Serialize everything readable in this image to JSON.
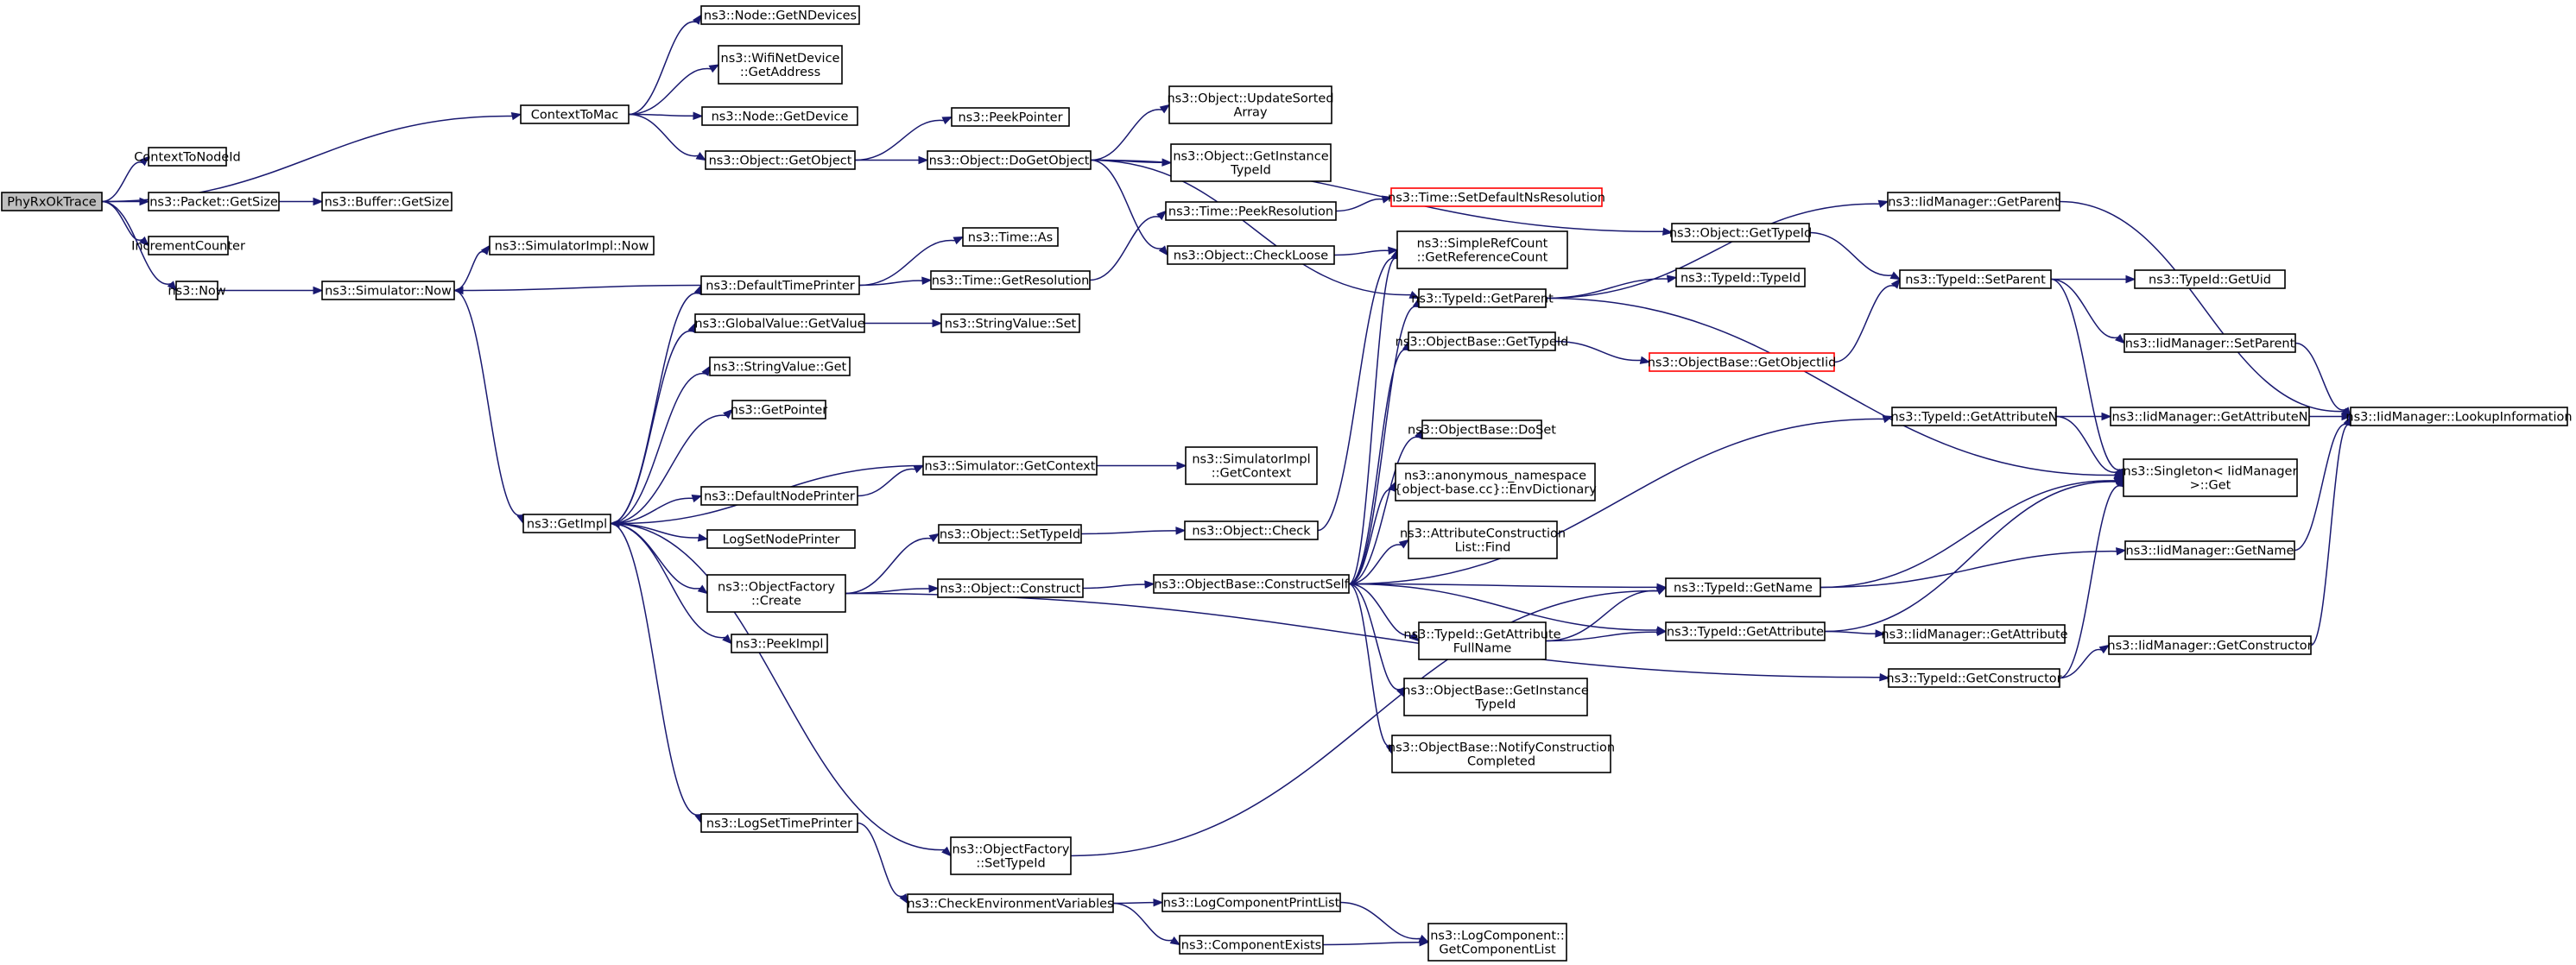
{
  "graph": {
    "start_node": "PhyRxOkTrace",
    "colors": {
      "edge": "#191970",
      "node_border": "#000000",
      "start_fill": "#bfbfbf",
      "truncated_border": "#ff0000",
      "background": "#ffffff"
    },
    "nodes": [
      {
        "id": "n_phy",
        "lines": [
          "PhyRxOkTrace"
        ],
        "style": "start"
      },
      {
        "id": "n_c2nid",
        "lines": [
          "ContextToNodeId"
        ]
      },
      {
        "id": "n_pkt",
        "lines": [
          "ns3::Packet::GetSize"
        ]
      },
      {
        "id": "n_inc",
        "lines": [
          "IncrementCounter"
        ]
      },
      {
        "id": "n_now",
        "lines": [
          "ns3::Now"
        ]
      },
      {
        "id": "n_c2mac",
        "lines": [
          "ContextToMac"
        ]
      },
      {
        "id": "n_buf",
        "lines": [
          "ns3::Buffer::GetSize"
        ]
      },
      {
        "id": "n_simnow",
        "lines": [
          "ns3::Simulator::Now"
        ]
      },
      {
        "id": "n_simimplnow",
        "lines": [
          "ns3::SimulatorImpl::Now"
        ]
      },
      {
        "id": "n_getimpl",
        "lines": [
          "ns3::GetImpl"
        ]
      },
      {
        "id": "n_getndev",
        "lines": [
          "ns3::Node::GetNDevices"
        ]
      },
      {
        "id": "n_wifiaddr",
        "lines": [
          "ns3::WifiNetDevice",
          "::GetAddress"
        ]
      },
      {
        "id": "n_getdev",
        "lines": [
          "ns3::Node::GetDevice"
        ]
      },
      {
        "id": "n_objget",
        "lines": [
          "ns3::Object::GetObject"
        ]
      },
      {
        "id": "n_deftp",
        "lines": [
          "ns3::DefaultTimePrinter"
        ]
      },
      {
        "id": "n_gvget",
        "lines": [
          "ns3::GlobalValue::GetValue"
        ]
      },
      {
        "id": "n_svget",
        "lines": [
          "ns3::StringValue::Get"
        ]
      },
      {
        "id": "n_getptr",
        "lines": [
          "ns3::GetPointer"
        ]
      },
      {
        "id": "n_defnp",
        "lines": [
          "ns3::DefaultNodePrinter"
        ]
      },
      {
        "id": "n_lsnp",
        "lines": [
          "LogSetNodePrinter"
        ]
      },
      {
        "id": "n_ofcreate",
        "lines": [
          "ns3::ObjectFactory",
          "::Create"
        ]
      },
      {
        "id": "n_peekimpl",
        "lines": [
          "ns3::PeekImpl"
        ]
      },
      {
        "id": "n_lstp",
        "lines": [
          "ns3::LogSetTimePrinter"
        ]
      },
      {
        "id": "n_ofsettid",
        "lines": [
          "ns3::ObjectFactory",
          "::SetTypeId"
        ]
      },
      {
        "id": "n_peekptr",
        "lines": [
          "ns3::PeekPointer"
        ]
      },
      {
        "id": "n_dogetobj",
        "lines": [
          "ns3::Object::DoGetObject"
        ]
      },
      {
        "id": "n_timeas",
        "lines": [
          "ns3::Time::As"
        ]
      },
      {
        "id": "n_timegetres",
        "lines": [
          "ns3::Time::GetResolution"
        ]
      },
      {
        "id": "n_svset",
        "lines": [
          "ns3::StringValue::Set"
        ]
      },
      {
        "id": "n_simgetctx",
        "lines": [
          "ns3::Simulator::GetContext"
        ]
      },
      {
        "id": "n_objsettid",
        "lines": [
          "ns3::Object::SetTypeId"
        ]
      },
      {
        "id": "n_objconstruct",
        "lines": [
          "ns3::Object::Construct"
        ]
      },
      {
        "id": "n_checkenv",
        "lines": [
          "ns3::CheckEnvironmentVariables"
        ]
      },
      {
        "id": "n_updsorted",
        "lines": [
          "ns3::Object::UpdateSorted",
          "Array"
        ]
      },
      {
        "id": "n_getinsttid",
        "lines": [
          "ns3::Object::GetInstance",
          "TypeId"
        ]
      },
      {
        "id": "n_peekres",
        "lines": [
          "ns3::Time::PeekResolution"
        ]
      },
      {
        "id": "n_checkloose",
        "lines": [
          "ns3::Object::CheckLoose"
        ]
      },
      {
        "id": "n_simimplctx",
        "lines": [
          "ns3::SimulatorImpl",
          "::GetContext"
        ]
      },
      {
        "id": "n_objcheck",
        "lines": [
          "ns3::Object::Check"
        ]
      },
      {
        "id": "n_obconstructself",
        "lines": [
          "ns3::ObjectBase::ConstructSelf"
        ]
      },
      {
        "id": "n_logcpl",
        "lines": [
          "ns3::LogComponentPrintList"
        ]
      },
      {
        "id": "n_compexists",
        "lines": [
          "ns3::ComponentExists"
        ]
      },
      {
        "id": "n_setdefnsres",
        "lines": [
          "ns3::Time::SetDefaultNsResolution"
        ],
        "style": "truncated"
      },
      {
        "id": "n_srcgetref",
        "lines": [
          "ns3::SimpleRefCount",
          "::GetReferenceCount"
        ]
      },
      {
        "id": "n_tidgetparent",
        "lines": [
          "ns3::TypeId::GetParent"
        ]
      },
      {
        "id": "n_obgettid",
        "lines": [
          "ns3::ObjectBase::GetTypeId"
        ]
      },
      {
        "id": "n_obdoset",
        "lines": [
          "ns3::ObjectBase::DoSet"
        ]
      },
      {
        "id": "n_anonenv",
        "lines": [
          "ns3::anonymous_namespace",
          "{object-base.cc}::EnvDictionary"
        ]
      },
      {
        "id": "n_acfind",
        "lines": [
          "ns3::AttributeConstruction",
          "List::Find"
        ]
      },
      {
        "id": "n_tidgetattrfull",
        "lines": [
          "ns3::TypeId::GetAttribute",
          "FullName"
        ]
      },
      {
        "id": "n_obgetinsttid",
        "lines": [
          "ns3::ObjectBase::GetInstance",
          "TypeId"
        ]
      },
      {
        "id": "n_obnotify",
        "lines": [
          "ns3::ObjectBase::NotifyConstruction",
          "Completed"
        ]
      },
      {
        "id": "n_logcgcl",
        "lines": [
          "ns3::LogComponent::",
          "GetComponentList"
        ]
      },
      {
        "id": "n_objgettid",
        "lines": [
          "ns3::Object::GetTypeId"
        ]
      },
      {
        "id": "n_tidtid",
        "lines": [
          "ns3::TypeId::TypeId"
        ]
      },
      {
        "id": "n_obgetobjtid",
        "lines": [
          "ns3::ObjectBase::GetObjectIid"
        ],
        "style": "truncated"
      },
      {
        "id": "n_tidgetattrn",
        "lines": [
          "ns3::TypeId::GetAttributeN"
        ]
      },
      {
        "id": "n_tidgetname",
        "lines": [
          "ns3::TypeId::GetName"
        ]
      },
      {
        "id": "n_tidgetattr",
        "lines": [
          "ns3::TypeId::GetAttribute"
        ]
      },
      {
        "id": "n_tidgetctor",
        "lines": [
          "ns3::TypeId::GetConstructor"
        ]
      },
      {
        "id": "n_iidgetparent",
        "lines": [
          "ns3::IidManager::GetParent"
        ]
      },
      {
        "id": "n_tidsetparent",
        "lines": [
          "ns3::TypeId::SetParent"
        ]
      },
      {
        "id": "n_iidsetparent",
        "lines": [
          "ns3::IidManager::SetParent"
        ]
      },
      {
        "id": "n_iidgetattrn",
        "lines": [
          "ns3::IidManager::GetAttributeN"
        ]
      },
      {
        "id": "n_singleton",
        "lines": [
          "ns3::Singleton< IidManager",
          ">::Get"
        ]
      },
      {
        "id": "n_iidgetname",
        "lines": [
          "ns3::IidManager::GetName"
        ]
      },
      {
        "id": "n_iidgetattr",
        "lines": [
          "ns3::IidManager::GetAttribute"
        ]
      },
      {
        "id": "n_iidgetctor",
        "lines": [
          "ns3::IidManager::GetConstructor"
        ]
      },
      {
        "id": "n_tidgetuid",
        "lines": [
          "ns3::TypeId::GetUid"
        ]
      },
      {
        "id": "n_iidlookup",
        "lines": [
          "ns3::IidManager::LookupInformation"
        ]
      }
    ],
    "edges": [
      [
        "n_phy",
        "n_c2mac"
      ],
      [
        "n_phy",
        "n_c2nid"
      ],
      [
        "n_phy",
        "n_pkt"
      ],
      [
        "n_phy",
        "n_inc"
      ],
      [
        "n_phy",
        "n_now"
      ],
      [
        "n_pkt",
        "n_buf"
      ],
      [
        "n_now",
        "n_simnow"
      ],
      [
        "n_c2mac",
        "n_getndev"
      ],
      [
        "n_c2mac",
        "n_wifiaddr"
      ],
      [
        "n_c2mac",
        "n_getdev"
      ],
      [
        "n_c2mac",
        "n_objget"
      ],
      [
        "n_simnow",
        "n_simimplnow"
      ],
      [
        "n_simnow",
        "n_getimpl"
      ],
      [
        "n_deftp",
        "n_simnow"
      ],
      [
        "n_deftp",
        "n_timeas"
      ],
      [
        "n_deftp",
        "n_timegetres"
      ],
      [
        "n_getimpl",
        "n_deftp"
      ],
      [
        "n_getimpl",
        "n_gvget"
      ],
      [
        "n_getimpl",
        "n_svget"
      ],
      [
        "n_getimpl",
        "n_getptr"
      ],
      [
        "n_getimpl",
        "n_defnp"
      ],
      [
        "n_getimpl",
        "n_lsnp"
      ],
      [
        "n_getimpl",
        "n_ofcreate"
      ],
      [
        "n_getimpl",
        "n_peekimpl"
      ],
      [
        "n_getimpl",
        "n_lstp"
      ],
      [
        "n_getimpl",
        "n_ofsettid"
      ],
      [
        "n_simgetctx",
        "n_getimpl"
      ],
      [
        "n_simgetctx",
        "n_simimplctx"
      ],
      [
        "n_defnp",
        "n_simgetctx"
      ],
      [
        "n_gvget",
        "n_svset"
      ],
      [
        "n_objget",
        "n_peekptr"
      ],
      [
        "n_objget",
        "n_dogetobj"
      ],
      [
        "n_dogetobj",
        "n_updsorted"
      ],
      [
        "n_dogetobj",
        "n_getinsttid"
      ],
      [
        "n_dogetobj",
        "n_checkloose"
      ],
      [
        "n_dogetobj",
        "n_objgettid"
      ],
      [
        "n_dogetobj",
        "n_tidgetparent"
      ],
      [
        "n_timegetres",
        "n_peekres"
      ],
      [
        "n_peekres",
        "n_setdefnsres"
      ],
      [
        "n_checkloose",
        "n_srcgetref"
      ],
      [
        "n_ofcreate",
        "n_objsettid"
      ],
      [
        "n_ofcreate",
        "n_objconstruct"
      ],
      [
        "n_ofcreate",
        "n_tidgetctor"
      ],
      [
        "n_objsettid",
        "n_objcheck"
      ],
      [
        "n_objcheck",
        "n_srcgetref"
      ],
      [
        "n_objconstruct",
        "n_obconstructself"
      ],
      [
        "n_obconstructself",
        "n_srcgetref"
      ],
      [
        "n_obconstructself",
        "n_tidgetparent"
      ],
      [
        "n_obconstructself",
        "n_obgettid"
      ],
      [
        "n_obconstructself",
        "n_obdoset"
      ],
      [
        "n_obconstructself",
        "n_anonenv"
      ],
      [
        "n_obconstructself",
        "n_acfind"
      ],
      [
        "n_obconstructself",
        "n_tidgetname"
      ],
      [
        "n_obconstructself",
        "n_tidgetattrfull"
      ],
      [
        "n_obconstructself",
        "n_obgetinsttid"
      ],
      [
        "n_obconstructself",
        "n_obnotify"
      ],
      [
        "n_obconstructself",
        "n_tidgetattrn"
      ],
      [
        "n_obconstructself",
        "n_tidgetattr"
      ],
      [
        "n_lstp",
        "n_checkenv"
      ],
      [
        "n_checkenv",
        "n_logcpl"
      ],
      [
        "n_checkenv",
        "n_compexists"
      ],
      [
        "n_logcpl",
        "n_logcgcl"
      ],
      [
        "n_compexists",
        "n_logcgcl"
      ],
      [
        "n_ofsettid",
        "n_tidgetname"
      ],
      [
        "n_obgettid",
        "n_obgetobjtid"
      ],
      [
        "n_obgetobjtid",
        "n_tidsetparent"
      ],
      [
        "n_tidgetparent",
        "n_iidgetparent"
      ],
      [
        "n_tidgetparent",
        "n_tidtid"
      ],
      [
        "n_tidgetparent",
        "n_singleton"
      ],
      [
        "n_objgettid",
        "n_tidsetparent"
      ],
      [
        "n_tidsetparent",
        "n_tidgetuid"
      ],
      [
        "n_tidsetparent",
        "n_iidsetparent"
      ],
      [
        "n_tidsetparent",
        "n_singleton"
      ],
      [
        "n_iidsetparent",
        "n_iidlookup"
      ],
      [
        "n_iidgetparent",
        "n_iidlookup"
      ],
      [
        "n_tidgetattrn",
        "n_iidgetattrn"
      ],
      [
        "n_tidgetattrn",
        "n_singleton"
      ],
      [
        "n_iidgetattrn",
        "n_iidlookup"
      ],
      [
        "n_tidgetname",
        "n_iidgetname"
      ],
      [
        "n_tidgetname",
        "n_singleton"
      ],
      [
        "n_iidgetname",
        "n_iidlookup"
      ],
      [
        "n_tidgetattrfull",
        "n_tidgetname"
      ],
      [
        "n_tidgetattrfull",
        "n_tidgetattr"
      ],
      [
        "n_tidgetattr",
        "n_iidgetattr"
      ],
      [
        "n_tidgetattr",
        "n_singleton"
      ],
      [
        "n_tidgetctor",
        "n_iidgetctor"
      ],
      [
        "n_tidgetctor",
        "n_singleton"
      ],
      [
        "n_iidgetctor",
        "n_iidlookup"
      ]
    ]
  }
}
